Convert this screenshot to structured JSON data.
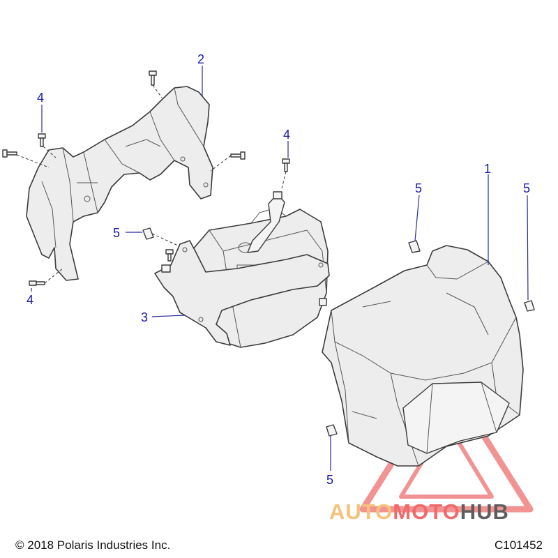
{
  "callouts": {
    "c1": "1",
    "c2": "2",
    "c3": "3",
    "c4_top_left": "4",
    "c4_bottom_left": "4",
    "c4_center": "4",
    "c5_left": "5",
    "c5_center": "5",
    "c5_right": "5",
    "c5_bottom": "5"
  },
  "footer": {
    "copyright": "© 2018 Polaris Industries Inc.",
    "drawing_id": "C101452"
  },
  "watermark": {
    "auto": "AUTO",
    "moto": "MOTO",
    "hub": "HUB",
    "auto_color": "#f5c27a",
    "moto_color": "#ef6b6b",
    "hub_color": "#5e5e5e",
    "triangle_color": "#f08080"
  },
  "colors": {
    "callout_text": "#1a1aa8",
    "leader": "#2a2aa0",
    "line_art": "#3a3a3a"
  }
}
